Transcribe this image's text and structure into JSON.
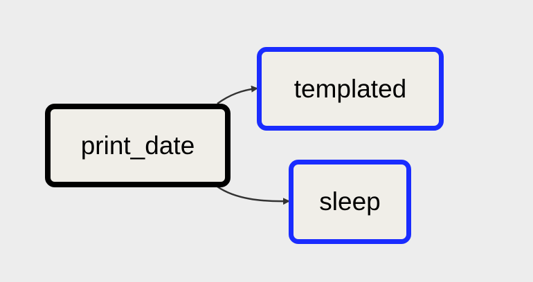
{
  "graph": {
    "nodes": [
      {
        "id": "print_date",
        "label": "print_date",
        "fill": "#f0eee8",
        "border_color": "#000000"
      },
      {
        "id": "templated",
        "label": "templated",
        "fill": "#f0eee8",
        "border_color": "#1a2cff"
      },
      {
        "id": "sleep",
        "label": "sleep",
        "fill": "#f0eee8",
        "border_color": "#1a2cff"
      }
    ],
    "edges": [
      {
        "from": "print_date",
        "to": "templated",
        "color": "#333333"
      },
      {
        "from": "print_date",
        "to": "sleep",
        "color": "#333333"
      }
    ],
    "background": "#ededed"
  }
}
